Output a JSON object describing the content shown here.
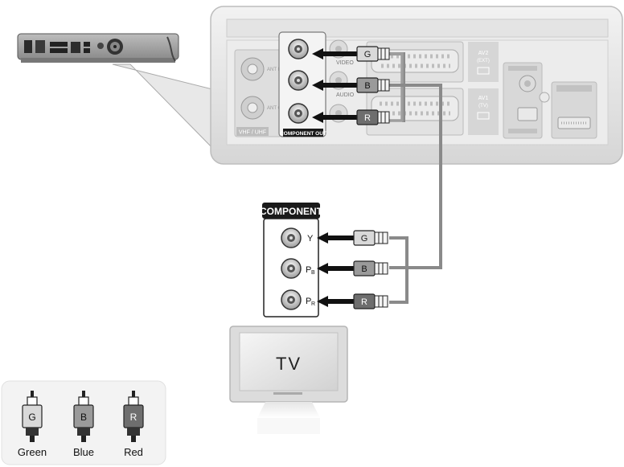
{
  "panel": {
    "vhf_uhf": "VHF / UHF",
    "ant_in": "ANT IN",
    "ant_out": "ANT OUT",
    "video": "VIDEO",
    "audio": "AUDIO",
    "component_out": "COMPONENT OUT",
    "av2": "AV2",
    "av2_sub": "(EXT)",
    "av1": "AV1",
    "av1_sub": "(TV)"
  },
  "cables": {
    "g": "G",
    "b": "B",
    "r": "R"
  },
  "component": {
    "title": "COMPONENT",
    "y": "Y",
    "pb": "P",
    "pb_sub": "B",
    "pr": "P",
    "pr_sub": "R"
  },
  "tv": {
    "label": "TV"
  },
  "legend": {
    "items": [
      {
        "letter": "G",
        "name": "Green",
        "color": "#d9d9d9"
      },
      {
        "letter": "B",
        "name": "Blue",
        "color": "#9a9a9a"
      },
      {
        "letter": "R",
        "name": "Red",
        "color": "#6e6e6e"
      }
    ]
  }
}
